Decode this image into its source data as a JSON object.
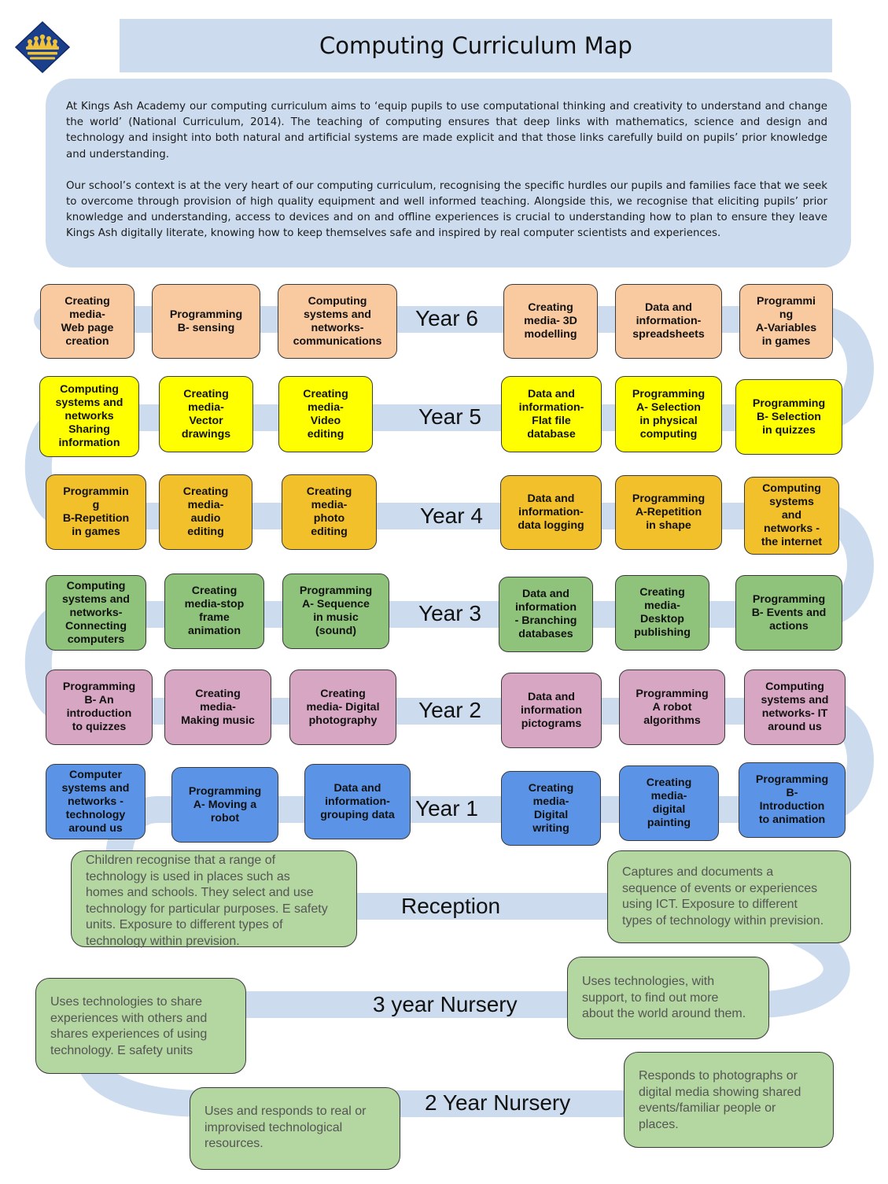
{
  "title": "Computing Curriculum  Map",
  "intro": {
    "p1": "At Kings Ash Academy our computing curriculum aims to ‘equip pupils to use computational thinking and creativity to understand and change the world’ (National Curriculum, 2014).   The teaching of computing ensures that deep links with mathematics, science and design and technology and insight into both natural and artificial systems are made explicit and that those links carefully build on pupils’ prior knowledge and understanding.",
    "p2": "Our school’s context is at the very heart of our computing curriculum, recognising the specific hurdles our pupils and families face that we seek to overcome through provision of high quality equipment and well informed teaching. Alongside this, we recognise that eliciting pupils’ prior knowledge and understanding, access to devices and on and offline experiences is crucial to understanding how to plan to ensure they leave Kings Ash digitally literate, knowing how to keep themselves safe and inspired by real computer scientists and experiences."
  },
  "years": [
    {
      "label": "Year 6",
      "color": "#f9c9a0",
      "units": [
        "Creating\nmedia-\nWeb page\ncreation",
        "Programming\nB- sensing",
        "Computing\nsystems and\nnetworks-\ncommunications",
        "Creating\nmedia- 3D\nmodelling",
        "Data and\ninformation-\nspreadsheets",
        "Programmi\nng\nA-Variables\nin games"
      ]
    },
    {
      "label": "Year 5",
      "color": "#ffff00",
      "units": [
        "Computing\nsystems and\nnetworks\nSharing\ninformation",
        "Creating\nmedia-\nVector\ndrawings",
        "Creating\nmedia-\nVideo\nediting",
        "Data and\ninformation-\nFlat file\ndatabase",
        "Programming\nA- Selection\nin physical\ncomputing",
        "Programming\nB- Selection\nin quizzes"
      ]
    },
    {
      "label": "Year 4",
      "color": "#f2c02a",
      "units": [
        "Programmin\ng\nB-Repetition\nin games",
        "Creating\nmedia-\naudio\nediting",
        "Creating\nmedia-\nphoto\nediting",
        "Data and\ninformation-\ndata logging",
        "Programming\nA-Repetition\nin shape",
        "Computing\nsystems\nand\nnetworks -\nthe internet"
      ]
    },
    {
      "label": "Year 3",
      "color": "#8fc27a",
      "units": [
        "Computing\nsystems and\nnetworks-\nConnecting\ncomputers",
        "Creating\nmedia-stop\nframe\nanimation",
        "Programming\nA- Sequence\nin music\n(sound)",
        "Data and\ninformation\n- Branching\ndatabases",
        "Creating\nmedia-\nDesktop\npublishing",
        "Programming\nB- Events and\nactions"
      ]
    },
    {
      "label": "Year 2",
      "color": "#d6a6c2",
      "units": [
        "Programming\nB- An\nintroduction\nto quizzes",
        "Creating\nmedia-\nMaking music",
        "Creating\nmedia- Digital\nphotography",
        "Data and\ninformation\npictograms",
        "Programming\nA robot\nalgorithms",
        "Computing\nsystems and\nnetworks- IT\naround us"
      ]
    },
    {
      "label": "Year 1",
      "color": "#5b94e6",
      "units": [
        "Computer\nsystems and\nnetworks -\ntechnology\naround us",
        "Programming\nA- Moving a\nrobot",
        "Data and\ninformation-\ngrouping data",
        "Creating\nmedia-\nDigital\nwriting",
        "Creating\nmedia-\ndigital\npainting",
        "Programming\nB-\nIntroduction\nto animation"
      ]
    }
  ],
  "early_years": [
    {
      "label": "Reception",
      "left": "Children recognise that a range of\ntechnology is used in places such as\nhomes and schools. They select and use\ntechnology for particular purposes. E safety\nunits. Exposure to different types of\ntechnology within prevision.",
      "right": "Captures and documents a\nsequence of events or experiences\nusing ICT. Exposure to different\ntypes of technology within prevision."
    },
    {
      "label": "3 year Nursery",
      "left": "Uses technologies to share\nexperiences with others and\nshares experiences of using\ntechnology. E safety units",
      "right": "Uses technologies, with\nsupport, to find out more\nabout the world around them."
    },
    {
      "label": "2 Year Nursery",
      "left": "Uses and responds to real or\nimprovised technological\nresources.",
      "right": "Responds to photographs or\ndigital media showing shared\nevents/familiar people or\nplaces."
    }
  ],
  "colors": {
    "road": "#ccdcee",
    "panel": "#ccdcee",
    "early_years": "#b4d6a0"
  },
  "icons": [
    "crown-logo-icon"
  ]
}
